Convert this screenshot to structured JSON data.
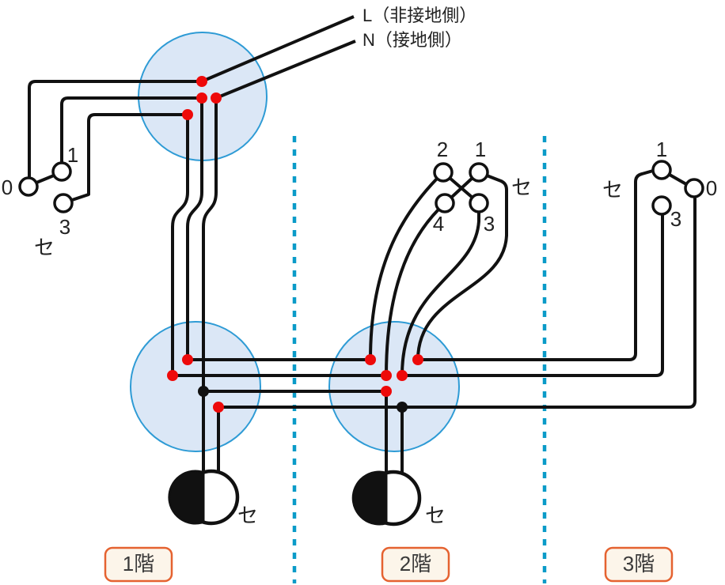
{
  "power": {
    "live_label": "L（非接地側）",
    "neutral_label": "N（接地側）"
  },
  "switches": {
    "floor1": {
      "kind": "3-way-switch",
      "circuit": "セ",
      "t0": "0",
      "t1": "1",
      "t3": "3"
    },
    "floor2": {
      "kind": "4-way-switch",
      "circuit": "セ",
      "t1": "1",
      "t2": "2",
      "t3": "3",
      "t4": "4"
    },
    "floor3": {
      "kind": "3-way-switch",
      "circuit": "セ",
      "t0": "0",
      "t1": "1",
      "t3": "3"
    }
  },
  "lamps": {
    "floor1": {
      "circuit": "セ"
    },
    "floor2": {
      "circuit": "セ"
    }
  },
  "floor_tags": {
    "floor1": "1階",
    "floor2": "2階",
    "floor3": "3階"
  },
  "colors": {
    "wire": "#111111",
    "junction_box_fill": "#dbe7f6",
    "junction_box_stroke": "#2e9bd5",
    "connection_dot": "#ee0a0a",
    "tap_dot": "#111111",
    "floor_divider": "#0a9bc8",
    "floor_tag_border": "#e56230",
    "floor_tag_fill": "#fcf5ea",
    "text": "#222222"
  }
}
